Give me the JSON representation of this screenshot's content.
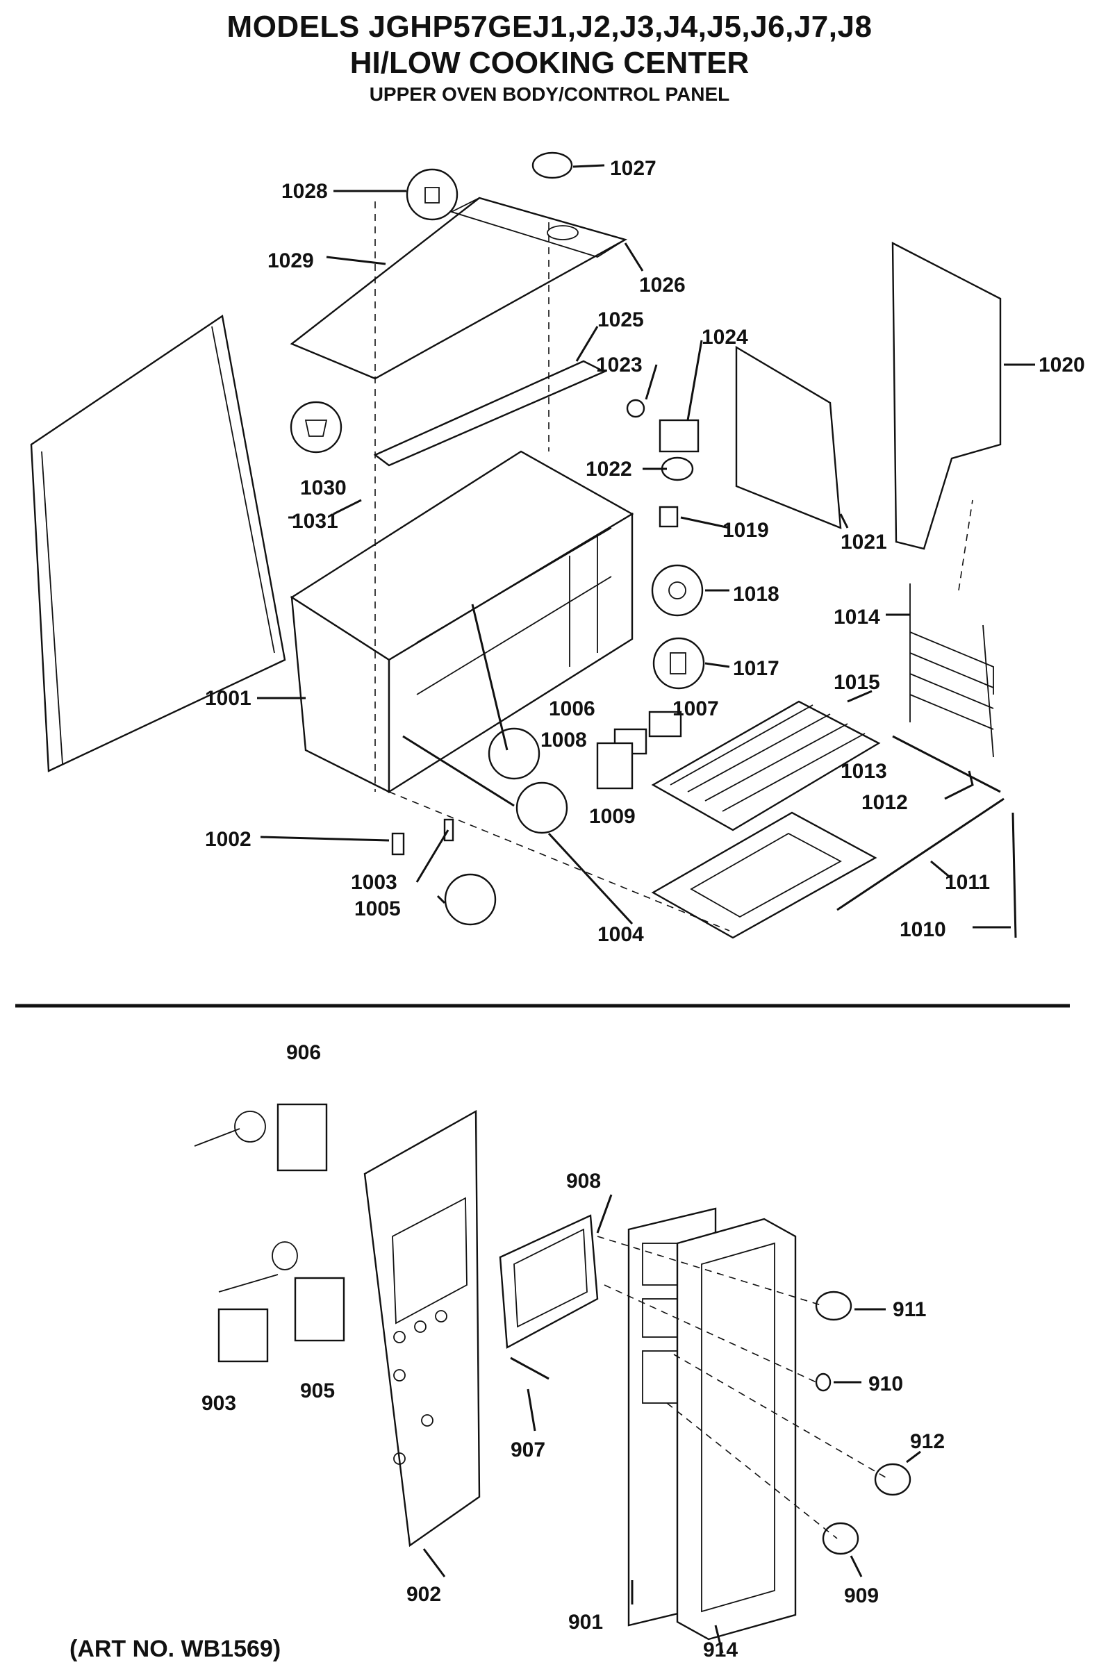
{
  "header": {
    "title": "MODELS JGHP57GEJ1,J2,J3,J4,J5,J6,J7,J8",
    "subtitle": "HI/LOW COOKING CENTER",
    "section": "UPPER OVEN BODY/CONTROL PANEL"
  },
  "labels": {
    "p1001": "1001",
    "p1002": "1002",
    "p1003": "1003",
    "p1004": "1004",
    "p1005": "1005",
    "p1006": "1006",
    "p1007": "1007",
    "p1008": "1008",
    "p1009": "1009",
    "p1010": "1010",
    "p1011": "1011",
    "p1012": "1012",
    "p1013": "1013",
    "p1014": "1014",
    "p1015": "1015",
    "p1017": "1017",
    "p1018": "1018",
    "p1019": "1019",
    "p1020": "1020",
    "p1021": "1021",
    "p1022": "1022",
    "p1023": "1023",
    "p1024": "1024",
    "p1025": "1025",
    "p1026": "1026",
    "p1027": "1027",
    "p1028": "1028",
    "p1029": "1029",
    "p1030": "1030",
    "p1031": "1031",
    "p901": "901",
    "p902": "902",
    "p903": "903",
    "p905": "905",
    "p906": "906",
    "p907": "907",
    "p908": "908",
    "p909": "909",
    "p910": "910",
    "p911": "911",
    "p912": "912",
    "p914": "914"
  },
  "footer": {
    "art_number": "(ART NO. WB1569)"
  }
}
